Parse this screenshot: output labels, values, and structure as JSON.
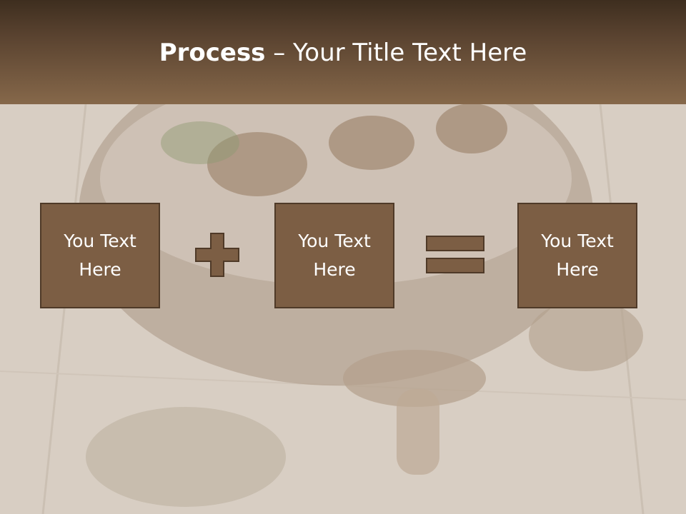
{
  "title": {
    "bold": "Process",
    "rest": " – Your Title Text Here"
  },
  "boxes": [
    {
      "label": "You Text Here"
    },
    {
      "label": "You Text Here"
    },
    {
      "label": "You Text Here"
    }
  ],
  "operators": [
    "plus-icon",
    "equals-icon"
  ],
  "colors": {
    "header_dark": "#3e2e1f",
    "header_light": "#86684a",
    "box_fill": "#7c5e44",
    "box_border": "#4f3a28",
    "background": "#d9cfc4"
  }
}
